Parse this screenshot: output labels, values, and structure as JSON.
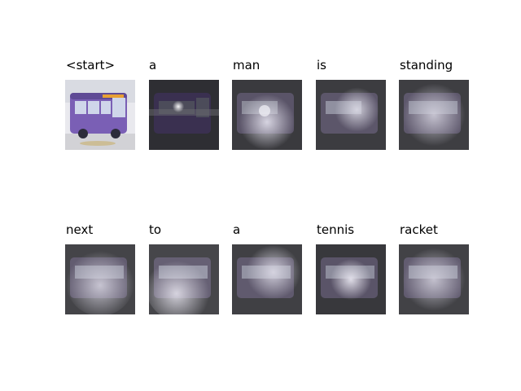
{
  "figure": {
    "rows": [
      {
        "words": [
          "<start>",
          "a",
          "man",
          "is",
          "standing"
        ]
      },
      {
        "words": [
          "next",
          "to",
          "a",
          "tennis",
          "racket"
        ]
      }
    ],
    "bus": {
      "body_color": "#7a5fb5",
      "roof_color": "#5f4a95",
      "window_color": "#cfd6ea",
      "dark_color": "#2c2c3a"
    }
  }
}
